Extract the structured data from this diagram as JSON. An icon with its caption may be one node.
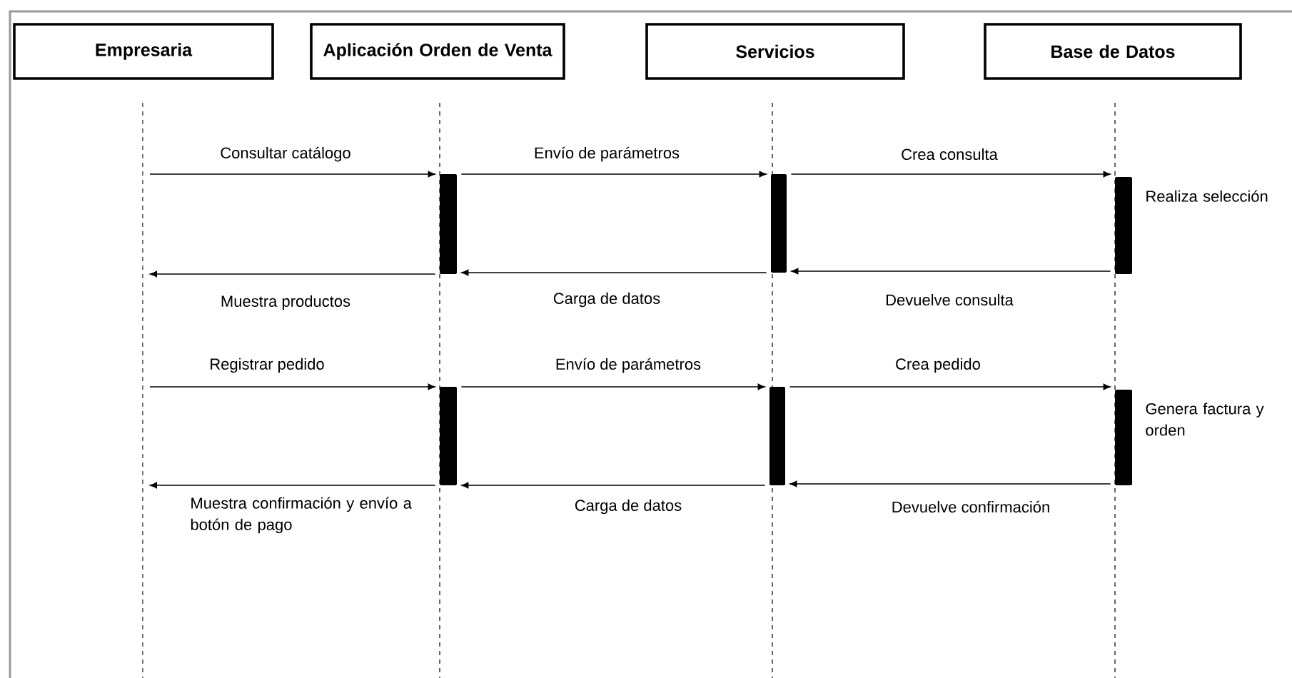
{
  "diagram": {
    "nodes": [
      {
        "text": [
          "Empresaria"
        ]
      },
      {
        "text": [
          "Aplicación Orden de Venta"
        ]
      },
      {
        "text": [
          "Servicios"
        ]
      },
      {
        "text": [
          "Base de Datos"
        ]
      },
      {
        "text": [],
        "shape": "bar"
      },
      {
        "text": [],
        "shape": "bar"
      },
      {
        "text": [],
        "shape": "bar",
        "beside": [
          "Realiza selección"
        ]
      },
      {
        "text": [],
        "shape": "bar"
      },
      {
        "text": [],
        "shape": "bar"
      },
      {
        "text": [],
        "shape": "bar",
        "beside": [
          "Genera factura y orden"
        ]
      }
    ],
    "edges": [
      {
        "from": null,
        "to": 4,
        "arrow": "to",
        "label": "Consultar catálogo"
      },
      {
        "from": 4,
        "to": 5,
        "arrow": "to",
        "label": "Envío de parámetros"
      },
      {
        "from": 5,
        "to": 6,
        "arrow": "to",
        "label": "Crea consulta"
      },
      {
        "from": 6,
        "to": 5,
        "arrow": "to",
        "label": "Devuelve consulta"
      },
      {
        "from": 5,
        "to": 4,
        "arrow": "to",
        "label": "Carga de datos"
      },
      {
        "from": 4,
        "to": null,
        "arrow": "to",
        "label": "Muestra productos"
      },
      {
        "from": null,
        "to": 7,
        "arrow": "to",
        "label": "Registrar pedido"
      },
      {
        "from": 7,
        "to": 8,
        "arrow": "to",
        "label": "Envío de parámetros"
      },
      {
        "from": 8,
        "to": 9,
        "arrow": "to",
        "label": "Crea pedido"
      },
      {
        "from": 9,
        "to": 8,
        "arrow": "to",
        "label": "Devuelve confirmación"
      },
      {
        "from": 8,
        "to": 7,
        "arrow": "to",
        "label": "Carga de datos"
      },
      {
        "from": 7,
        "to": null,
        "arrow": "to",
        "label": "Muestra confirmación y envío a botón de pago"
      }
    ]
  }
}
